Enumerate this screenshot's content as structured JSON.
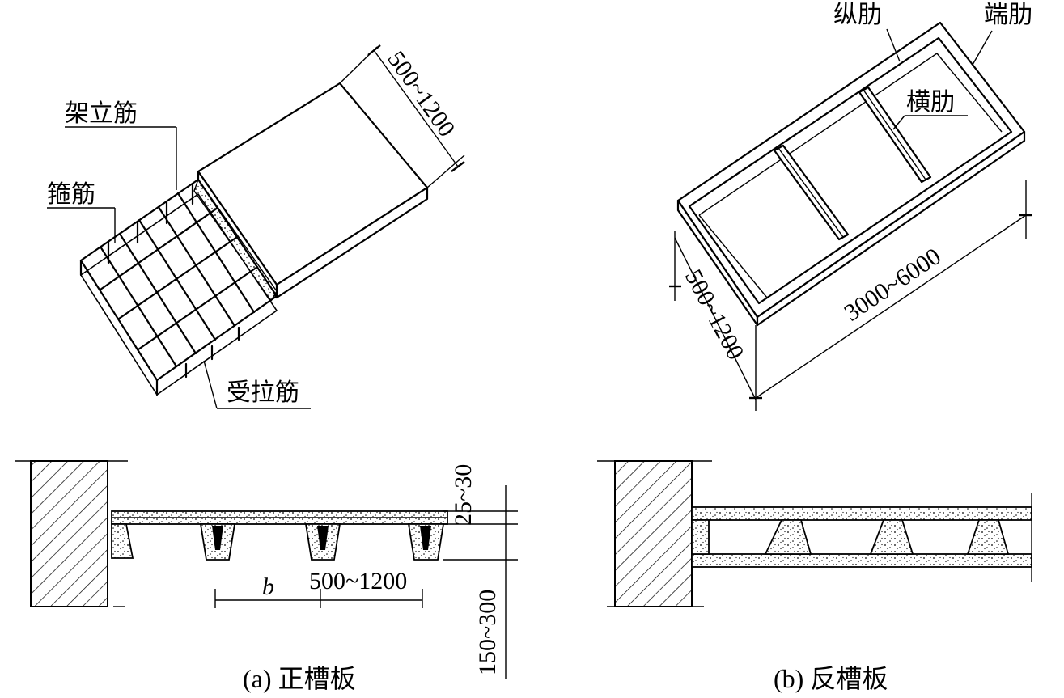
{
  "panel_a": {
    "iso": {
      "label_erect": "架立筋",
      "label_stirrup": "箍筋",
      "label_tension": "受拉筋",
      "dim_width": "500~1200"
    },
    "section": {
      "dim_top": "25~30",
      "dim_height": "150~300",
      "dim_b": "b",
      "dim_spacing": "500~1200"
    },
    "caption": "(a) 正槽板"
  },
  "panel_b": {
    "iso": {
      "label_long_rib": "纵肋",
      "label_end_rib": "端肋",
      "label_cross_rib": "横肋",
      "dim_width": "500~1200",
      "dim_length": "3000~6000"
    },
    "caption": "(b) 反槽板"
  }
}
